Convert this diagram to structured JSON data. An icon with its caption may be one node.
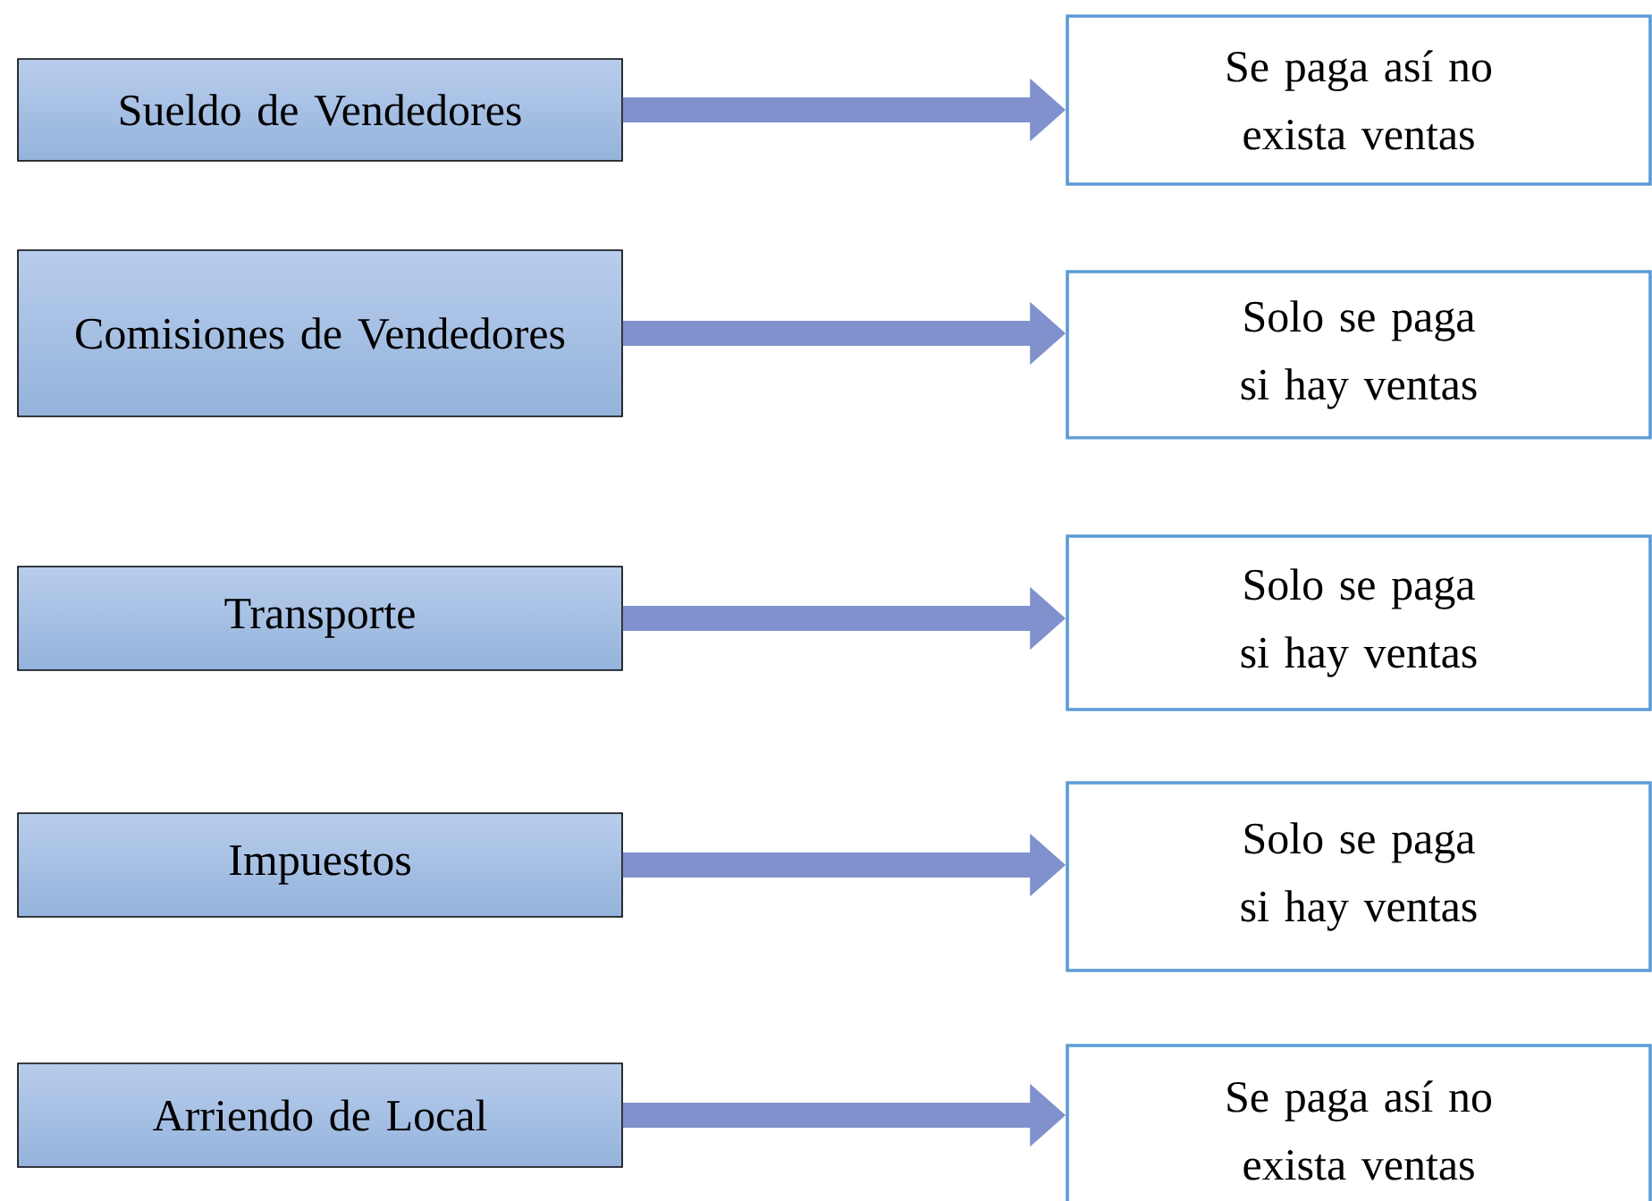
{
  "diagram": {
    "nodes": [
      {
        "text": [
          "Sueldo de Vendedores"
        ]
      },
      {
        "text": [
          "Comisiones de Vendedores"
        ]
      },
      {
        "text": [
          "Transporte"
        ]
      },
      {
        "text": [
          "Impuestos"
        ]
      },
      {
        "text": [
          "Arriendo de Local"
        ]
      },
      {
        "text": [
          "Se paga así no exista ventas"
        ]
      },
      {
        "text": [
          "Solo se paga si hay ventas"
        ]
      },
      {
        "text": [
          "Solo se paga si hay ventas"
        ]
      },
      {
        "text": [
          "Solo se paga si hay ventas"
        ]
      },
      {
        "text": [
          "Se paga así no exista ventas"
        ]
      }
    ],
    "edges": [
      {
        "from": 0,
        "to": 5,
        "arrow": "to"
      },
      {
        "from": 1,
        "to": 6,
        "arrow": "to"
      },
      {
        "from": 2,
        "to": 7,
        "arrow": "to"
      },
      {
        "from": 3,
        "to": 8,
        "arrow": "to"
      },
      {
        "from": 4,
        "to": 9,
        "arrow": "to"
      }
    ]
  }
}
